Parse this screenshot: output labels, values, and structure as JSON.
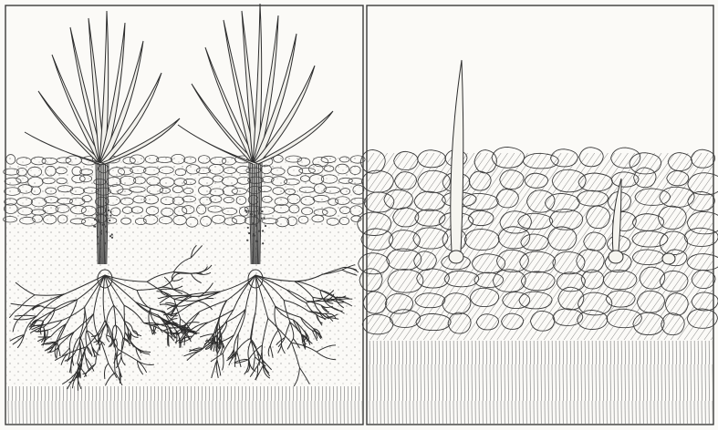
{
  "figure": {
    "panels": [
      {
        "id": "left",
        "content": "two-grass-clumps-with-spreading-roots"
      },
      {
        "id": "right",
        "content": "sprouting-seeds-in-coarse-clods"
      }
    ],
    "colors": {
      "ink": "#2a2a2a",
      "paper": "#fbfaf7",
      "hatch": "#555555"
    }
  }
}
